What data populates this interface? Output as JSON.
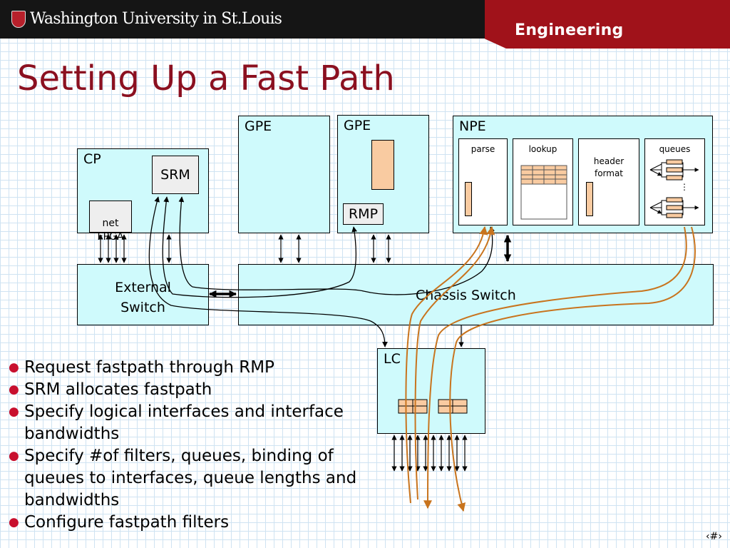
{
  "header": {
    "university": "Washington University in St.Louis",
    "school": "Engineering",
    "colors": {
      "header_bg": "#151515",
      "accent_red": "#a0121a",
      "title": "#8b1020"
    }
  },
  "title": "Setting Up a Fast Path",
  "diagram": {
    "cp": {
      "label": "CP",
      "srm": "SRM",
      "net_fpga": "net\nFPGA"
    },
    "gpe1": {
      "label": "GPE"
    },
    "gpe2": {
      "label": "GPE",
      "rmp": "RMP"
    },
    "npe": {
      "label": "NPE",
      "parse": "parse",
      "lookup": "lookup",
      "header_format": "header\nformat",
      "queues": "queues"
    },
    "external_switch": "External\nSwitch",
    "chassis_switch": "Chassis Switch",
    "lc": "LC",
    "colors": {
      "box_fill": "#cffafc",
      "block_fill": "#f9cba1",
      "fastpath_line": "#c8741e"
    }
  },
  "bullets": [
    "Request fastpath through RMP",
    "SRM allocates fastpath",
    "Specify logical interfaces and interface bandwidths",
    "Specify #of filters, queues, binding of queues to interfaces, queue lengths and bandwidths",
    "Configure fastpath filters"
  ],
  "page_number": "‹#›"
}
